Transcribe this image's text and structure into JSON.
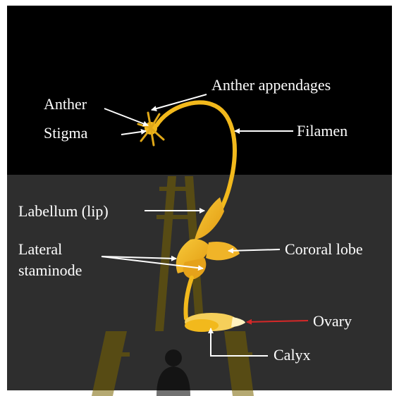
{
  "labels": {
    "anther": "Anther",
    "stigma": "Stigma",
    "anther_appendages": "Anther appendages",
    "filamen": "Filamen",
    "labellum": "Labellum (lip)",
    "lateral_staminode_1": "Lateral",
    "lateral_staminode_2": "staminode",
    "cororal_lobe": "Cororal lobe",
    "ovary": "Ovary",
    "calyx": "Calyx"
  },
  "colors": {
    "top_background": "#000000",
    "bottom_background": "#2e2e2e",
    "flower": "#f2b91c",
    "arrow_white": "#ffffff",
    "arrow_red": "#d62828",
    "watermark": "#c8a000"
  }
}
